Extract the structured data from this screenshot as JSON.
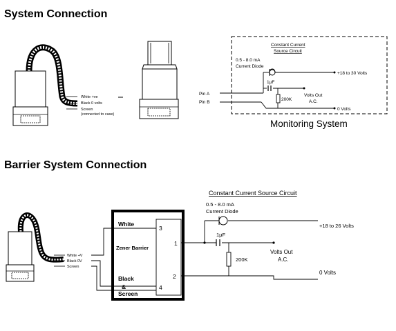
{
  "system": {
    "title": "System Connection",
    "cable_labels": {
      "white": "White +ve",
      "black": "Black 0 volts",
      "screen": "Screen",
      "screen_note": "(connected to case)"
    },
    "pins": {
      "a": "Pin A",
      "b": "Pin B"
    },
    "circuit": {
      "title_line1": "Constant Current",
      "title_line2": "Source Circuit",
      "diode_line1": "0.5 - 8.0 mA",
      "diode_line2": "Current Diode",
      "supply": "+18 to 30 Volts",
      "capacitor": "1μF",
      "resistor": "200K",
      "volts_out": "Volts Out",
      "ac": "A.C.",
      "zero": "0 Volts"
    },
    "monitoring": "Monitoring System"
  },
  "barrier": {
    "title": "Barrier System Connection",
    "cable_labels": {
      "white": "White +V",
      "black": "Black 0V",
      "screen": "Screen"
    },
    "box": {
      "white": "White",
      "zener": "Zener Barrier",
      "black": "Black",
      "amp": "&",
      "screen": "Screen",
      "t1": "1",
      "t2": "2",
      "t3": "3",
      "t4": "4"
    },
    "circuit": {
      "title": "Constant Current Source Circuit",
      "diode_line1": "0.5 - 8.0 mA",
      "diode_line2": "Current Diode",
      "supply": "+18 to 26 Volts",
      "capacitor": "1μF",
      "resistor": "200K",
      "volts_out": "Volts Out",
      "ac": "A.C.",
      "zero": "0 Volts"
    }
  }
}
